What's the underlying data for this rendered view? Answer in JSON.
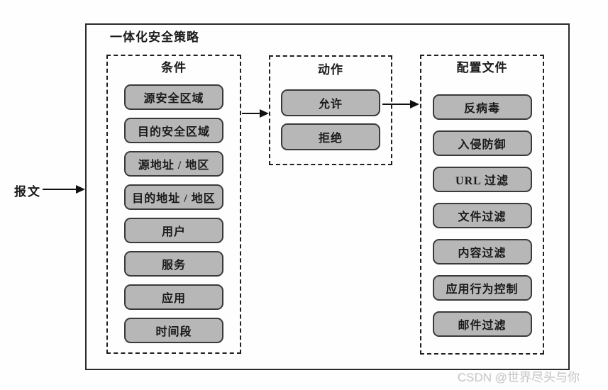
{
  "diagram": {
    "outer_title": "一体化安全策略",
    "input_label": "报文",
    "columns": [
      {
        "id": "conditions",
        "title": "条件",
        "items": [
          "源安全区域",
          "目的安全区域",
          "源地址 / 地区",
          "目的地址 / 地区",
          "用户",
          "服务",
          "应用",
          "时间段"
        ]
      },
      {
        "id": "actions",
        "title": "动作",
        "items": [
          "允许",
          "拒绝"
        ]
      },
      {
        "id": "profiles",
        "title": "配置文件",
        "items": [
          "反病毒",
          "入侵防御",
          "URL 过滤",
          "文件过滤",
          "内容过滤",
          "应用行为控制",
          "邮件过滤"
        ]
      }
    ],
    "colors": {
      "item_fill": "#b7b7b7",
      "item_border": "#3a3a3a",
      "line": "#111111",
      "watermark": "#c7c7c7"
    }
  },
  "watermark": {
    "text": "CSDN @世界尽头与你"
  }
}
